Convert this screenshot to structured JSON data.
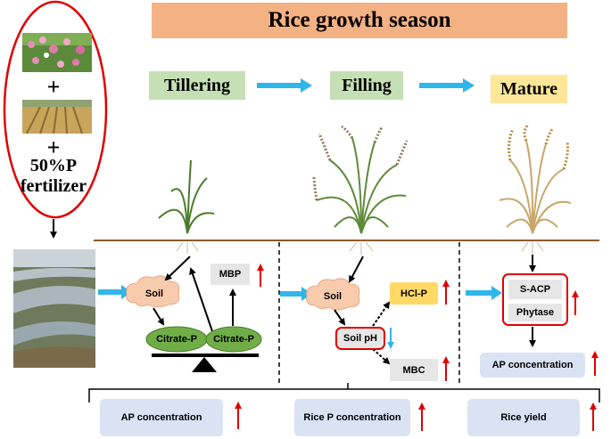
{
  "season_title": "Rice growth season",
  "stages": [
    "Tillering",
    "Filling",
    "Mature"
  ],
  "fertilizer": {
    "plus_1": "+",
    "plus_2": "+",
    "label_line1": "50%P",
    "label_line2": "fertilizer"
  },
  "tillering": {
    "soil": "Soil",
    "mbp": "MBP",
    "citrate_left": "Citrate-P",
    "citrate_right": "Citrate-P"
  },
  "filling": {
    "soil": "Soil",
    "hcl_p": "HCl-P",
    "soil_ph": "Soil pH",
    "mbc": "MBC"
  },
  "mature": {
    "s_acp": "S-ACP",
    "phytase": "Phytase",
    "ap_concentration": "AP concentration"
  },
  "results": [
    "AP concentration",
    "Rice P concentration",
    "Rice yield"
  ],
  "colors": {
    "banner": "#f4b183",
    "stage_green": "#c5e0b4",
    "stage_yellow": "#ffe699",
    "arrow_blue": "#2fb6ea",
    "up_arrow_red": "#e00000",
    "ellipse_red": "#e00000",
    "soil_cloud": "#f8cbad",
    "citrate_green": "#70ad47",
    "hcl_yellow": "#ffd966",
    "gray_box": "#e7e6e6",
    "result_blue": "#dae3f3",
    "soil_line": "#8b5a2b"
  },
  "icons": [
    "flower-photo",
    "straw-field-photo",
    "field-photo",
    "rice-plant-tillering",
    "rice-plant-filling",
    "rice-plant-mature",
    "balance-scale"
  ]
}
